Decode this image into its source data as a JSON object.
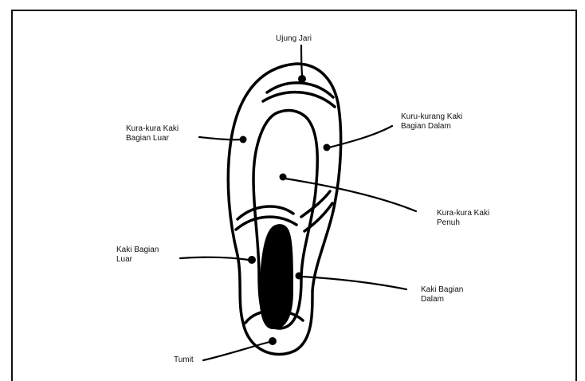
{
  "diagram": {
    "labels": {
      "toe": "Ujung Jari",
      "outer_arch": "Kura-kura Kaki\nBagian Luar",
      "inner_arch": "Kuru-kurang Kaki\nBagian Dalam",
      "full_arch": "Kura-kura Kaki\nPenuh",
      "outer_foot": "Kaki Bagian\nLuar",
      "inner_foot": "Kaki Bagian\nDalam",
      "heel": "Tumit"
    }
  }
}
